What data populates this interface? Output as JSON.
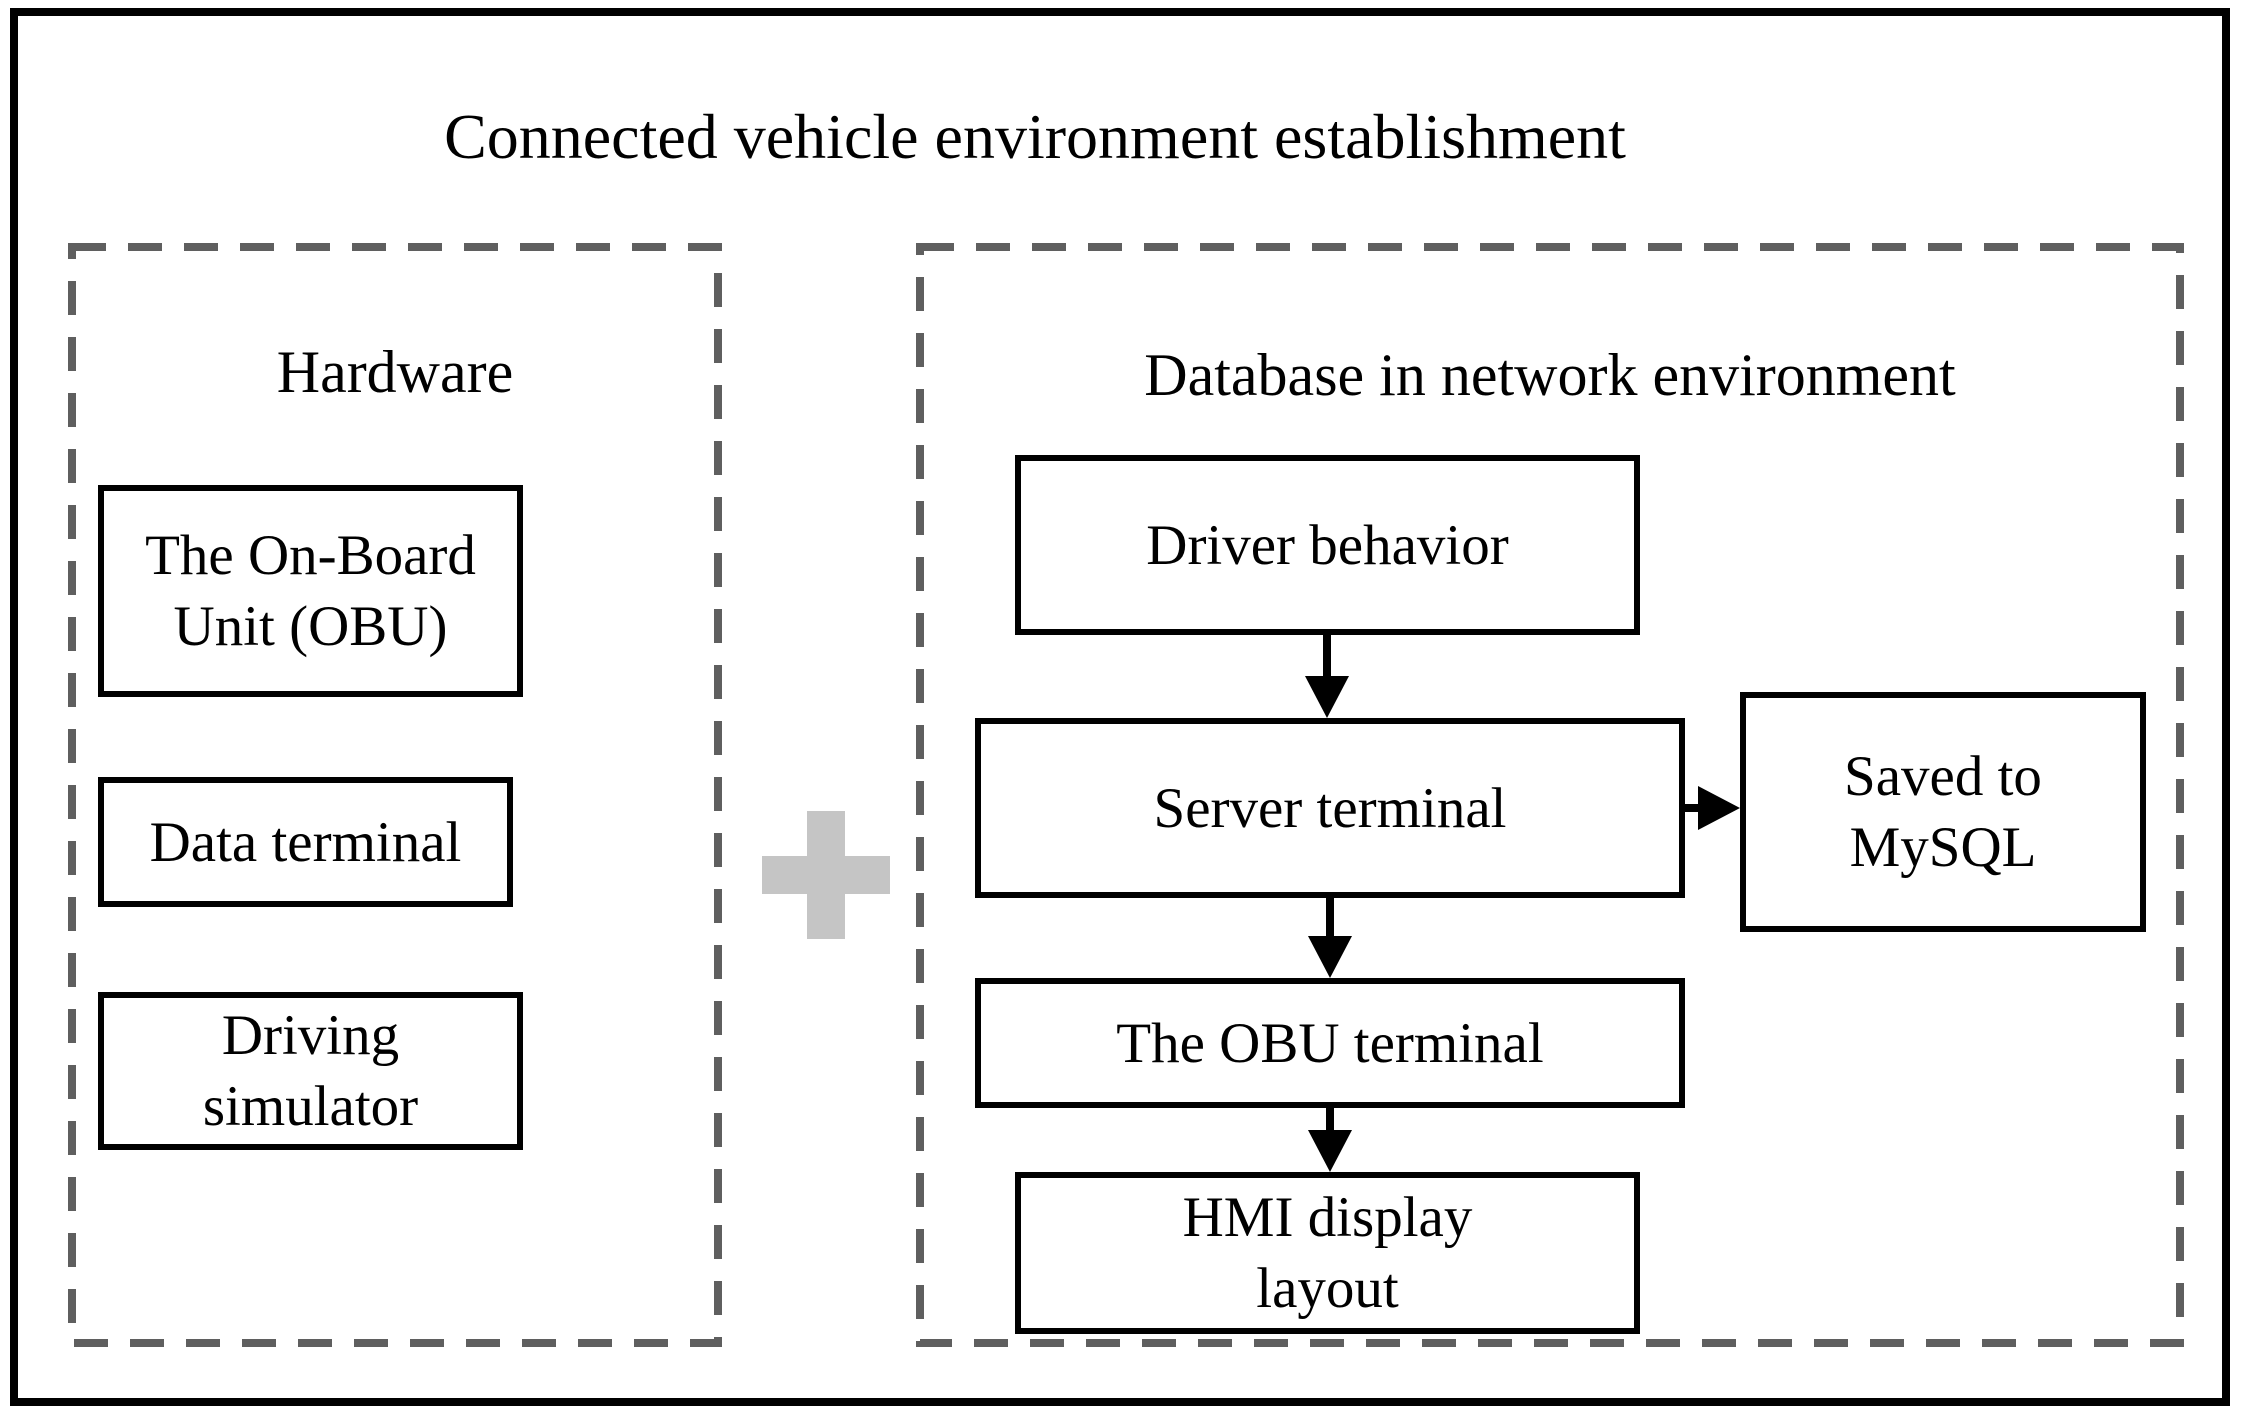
{
  "title": "Connected vehicle environment establishment",
  "colors": {
    "background": "#ffffff",
    "outer_border": "#000000",
    "box_border": "#000000",
    "dashed_border": "#5f5f5f",
    "arrow": "#000000",
    "plus_sign": "#c5c5c5",
    "text": "#000000"
  },
  "hardware_panel": {
    "heading": "Hardware",
    "boxes": [
      {
        "lines": [
          "The On-Board",
          "Unit (OBU)"
        ]
      },
      {
        "lines": [
          "Data terminal"
        ]
      },
      {
        "lines": [
          "Driving",
          "simulator"
        ]
      }
    ]
  },
  "plus_icon": "plus-sign",
  "database_panel": {
    "heading": "Database in network environment",
    "flow_boxes": [
      {
        "lines": [
          "Driver behavior"
        ]
      },
      {
        "lines": [
          "Server terminal"
        ]
      },
      {
        "lines": [
          "The OBU terminal"
        ]
      },
      {
        "lines": [
          "HMI display",
          "layout"
        ]
      }
    ],
    "side_box": {
      "lines": [
        "Saved to",
        "MySQL"
      ]
    }
  }
}
